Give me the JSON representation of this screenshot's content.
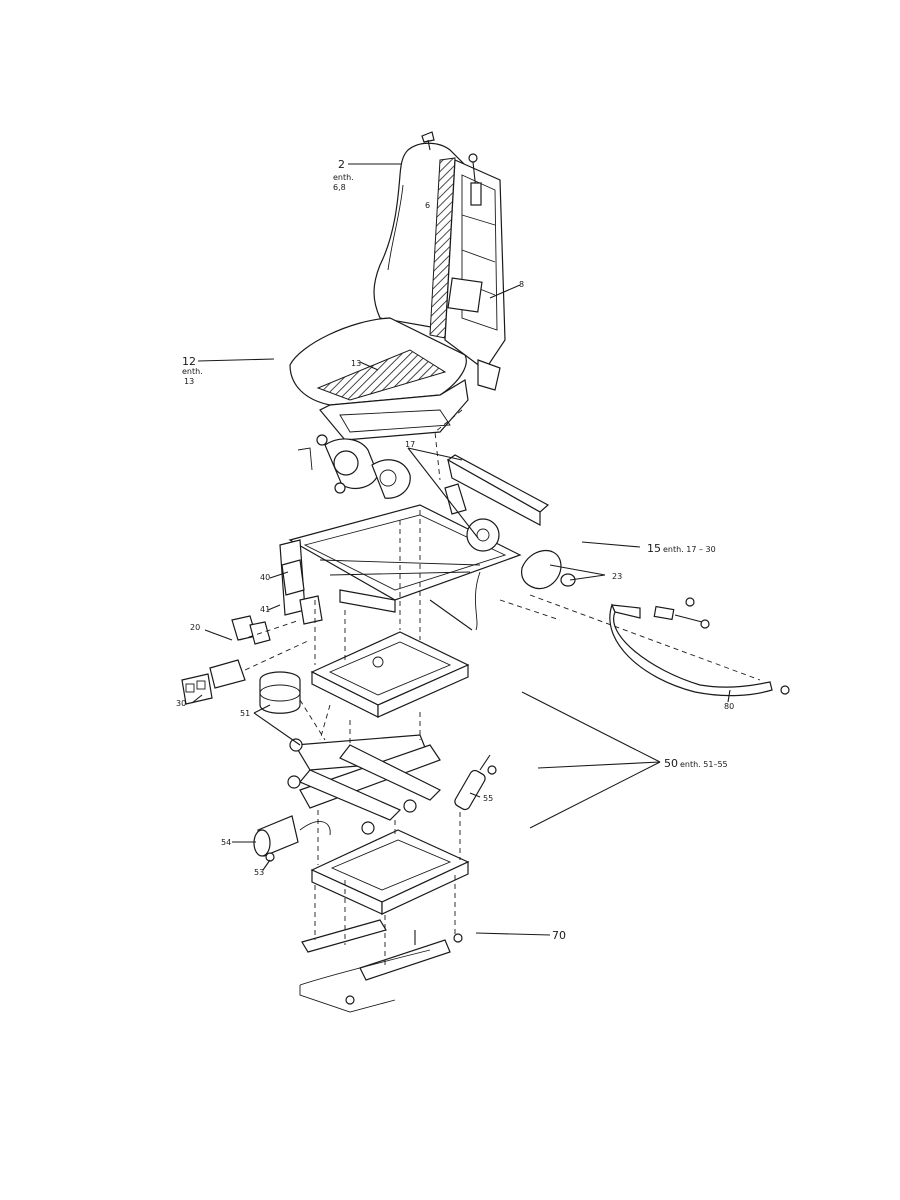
{
  "callouts": {
    "c2": {
      "number": "2",
      "sub1": "enth.",
      "sub2": "6,8"
    },
    "c6": {
      "number": "6"
    },
    "c8": {
      "number": "8"
    },
    "c12": {
      "number": "12",
      "sub1": "enth.",
      "sub2": "13"
    },
    "c13": {
      "number": "13"
    },
    "c15": {
      "number": "15",
      "suffix": "enth. 17 – 30"
    },
    "c17": {
      "number": "17"
    },
    "c20": {
      "number": "20"
    },
    "c23": {
      "number": "23"
    },
    "c30": {
      "number": "30"
    },
    "c40": {
      "number": "40"
    },
    "c41": {
      "number": "41"
    },
    "c50": {
      "number": "50",
      "suffix": "enth. 51–55"
    },
    "c51": {
      "number": "51"
    },
    "c53": {
      "number": "53"
    },
    "c54": {
      "number": "54"
    },
    "c55": {
      "number": "55"
    },
    "c70": {
      "number": "70"
    },
    "c80": {
      "number": "80"
    }
  }
}
